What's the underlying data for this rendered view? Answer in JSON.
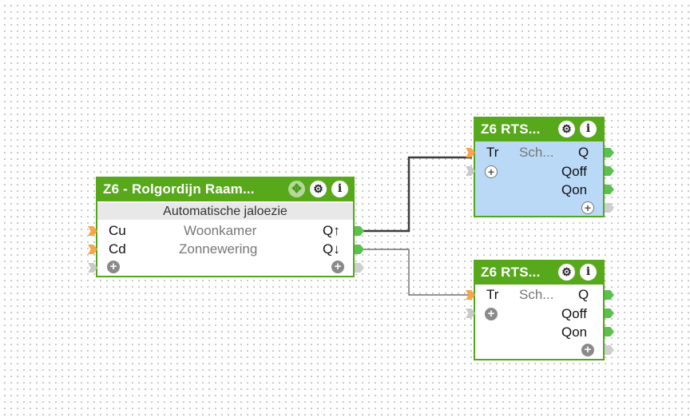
{
  "blocks": {
    "main": {
      "title": "Z6 - Rolgordijn Raam...",
      "subtitle": "Automatische jaloezie",
      "inputs": [
        "Cu",
        "Cd"
      ],
      "center": [
        "Woonkamer",
        "Zonnewering"
      ],
      "outputs": [
        "Q↑",
        "Q↓"
      ],
      "move_icon": "move-icon",
      "settings_icon": "gear-icon",
      "info_icon": "info-icon"
    },
    "rts1": {
      "title": "Z6 RTS...",
      "input": "Tr",
      "center": "Sch...",
      "outputs": [
        "Q",
        "Qoff",
        "Qon"
      ]
    },
    "rts2": {
      "title": "Z6 RTS...",
      "input": "Tr",
      "center": "Sch...",
      "outputs": [
        "Q",
        "Qoff",
        "Qon"
      ]
    }
  },
  "glyphs": {
    "plus": "+",
    "gear": "⚙",
    "info": "i",
    "move": "✥"
  },
  "colors": {
    "header": "#57a81b",
    "border": "#52a61d",
    "selected_body": "#b9d9f7",
    "input_pin": "#f5a64d",
    "output_pin": "#5cc04e",
    "wire": "#444444"
  }
}
